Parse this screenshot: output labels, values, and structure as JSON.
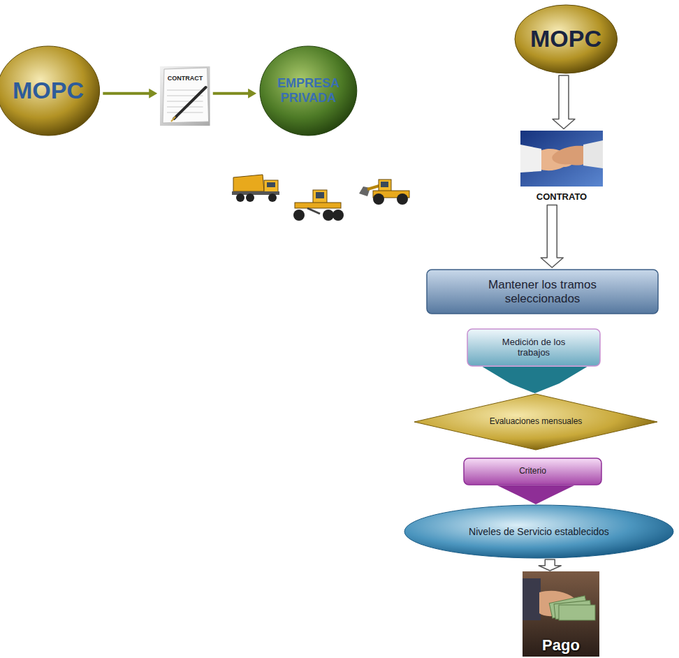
{
  "diagram": {
    "nodes": [
      {
        "text": [
          "MOPC"
        ]
      },
      {
        "text": [
          "CONTRACT"
        ]
      },
      {
        "text": [
          "EMPRESA PRIVADA"
        ]
      },
      {
        "text": [
          "MOPC"
        ]
      },
      {
        "text": [
          "CONTRATO"
        ]
      },
      {
        "text": [
          "Mantener los tramos seleccionados"
        ]
      },
      {
        "text": [
          "Medición de los trabajos"
        ]
      },
      {
        "text": [
          "Evaluaciones mensuales"
        ]
      },
      {
        "text": [
          "Criterio"
        ]
      },
      {
        "text": [
          "Niveles de Servicio establecidos"
        ]
      },
      {
        "text": [
          "Pago"
        ]
      }
    ],
    "edges": [
      {
        "from": 0,
        "to": 1,
        "arrow": "to"
      },
      {
        "from": 1,
        "to": 2,
        "arrow": "to"
      },
      {
        "from": 3,
        "to": 4,
        "arrow": "to"
      },
      {
        "from": 4,
        "to": 5,
        "arrow": "to"
      },
      {
        "from": 6,
        "to": 7,
        "arrow": "to"
      },
      {
        "from": 8,
        "to": 9,
        "arrow": "to"
      },
      {
        "from": 9,
        "to": 10,
        "arrow": "to"
      }
    ]
  }
}
